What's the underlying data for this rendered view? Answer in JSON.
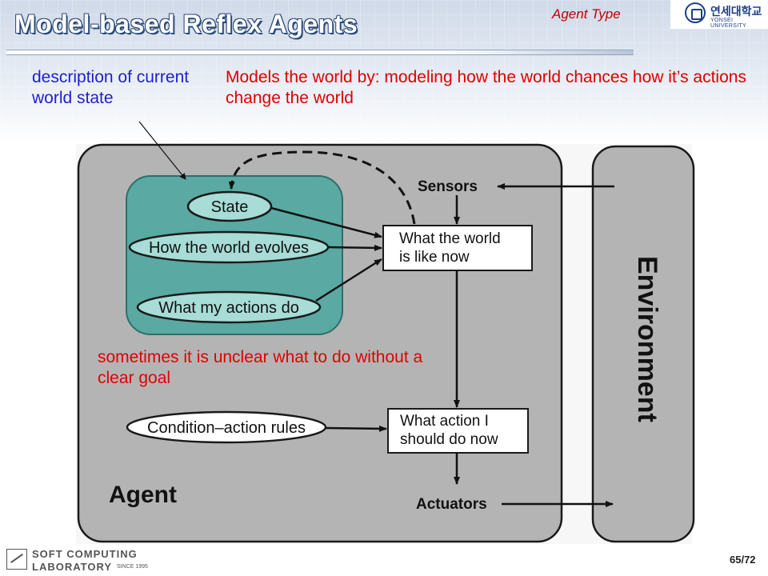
{
  "header": {
    "title": "Model-based Reflex Agents",
    "section_label": "Agent Type",
    "university_name": "연세대학교",
    "university_sub": "YONSEI UNIVERSITY"
  },
  "annotations": {
    "blue_note": "description of current world state",
    "red_note": "Models the world by: modeling how the world chances how it’s actions change the world",
    "red_note_2": "sometimes it is unclear what to do without a clear goal"
  },
  "diagram": {
    "agent_label": "Agent",
    "environment_label": "Environment",
    "sensors_label": "Sensors",
    "actuators_label": "Actuators",
    "state_label": "State",
    "world_evolves_label": "How the world evolves",
    "actions_do_label": "What my actions do",
    "condition_rules_label": "Condition–action rules",
    "world_now_line1": "What the world",
    "world_now_line2": "is like now",
    "action_line1": "What action I",
    "action_line2": "should do now",
    "colors": {
      "agent_fill": "#b4b4b4",
      "highlight_fill": "#5aa9a3",
      "oval_fill": "#a8dcd6"
    }
  },
  "footer": {
    "lab_line1": "SOFT COMPUTING",
    "lab_line2": "LABORATORY",
    "since": "SINCE 1995",
    "page_number": "65/72"
  }
}
